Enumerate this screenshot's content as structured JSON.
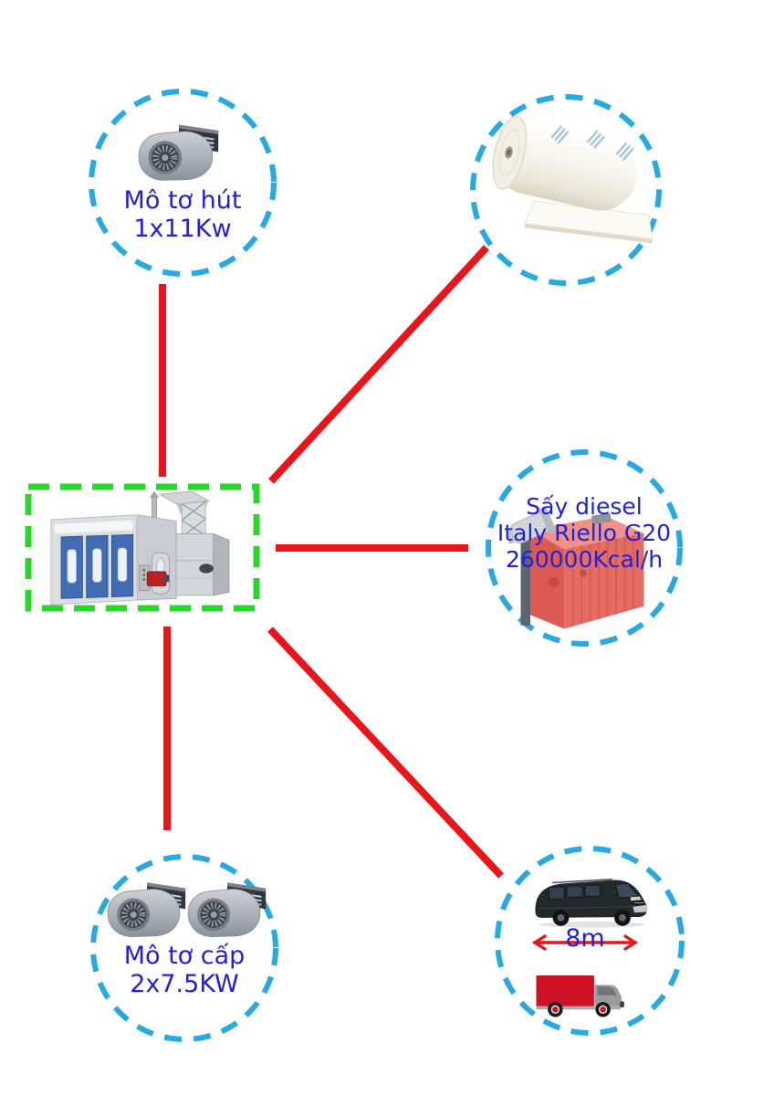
{
  "diagram": {
    "center": {
      "name": "spray-booth",
      "icon": "spray-booth-image"
    },
    "nodes": {
      "exhaust_motor": {
        "line1": "Mô tơ hút",
        "line2": "1x11Kw",
        "icon": "centrifugal-fan-image"
      },
      "filter_roll": {
        "icon": "filter-roll-image"
      },
      "diesel_heater": {
        "line1": "Sấy diesel",
        "line2": "Italy Riello G20",
        "line3": "260000Kcal/h",
        "icon": "diesel-burner-image"
      },
      "supply_motor": {
        "line1": "Mô tơ cấp",
        "line2": "2x7.5KW",
        "icon": "dual-centrifugal-fan-image"
      },
      "vehicles": {
        "dimension": "8m",
        "icons": [
          "van-image",
          "truck-image"
        ]
      }
    },
    "colors": {
      "node_border": "#27AAE1",
      "center_border": "#2BD62B",
      "connector": "#E9151B",
      "label_text": "#2121DA"
    }
  }
}
